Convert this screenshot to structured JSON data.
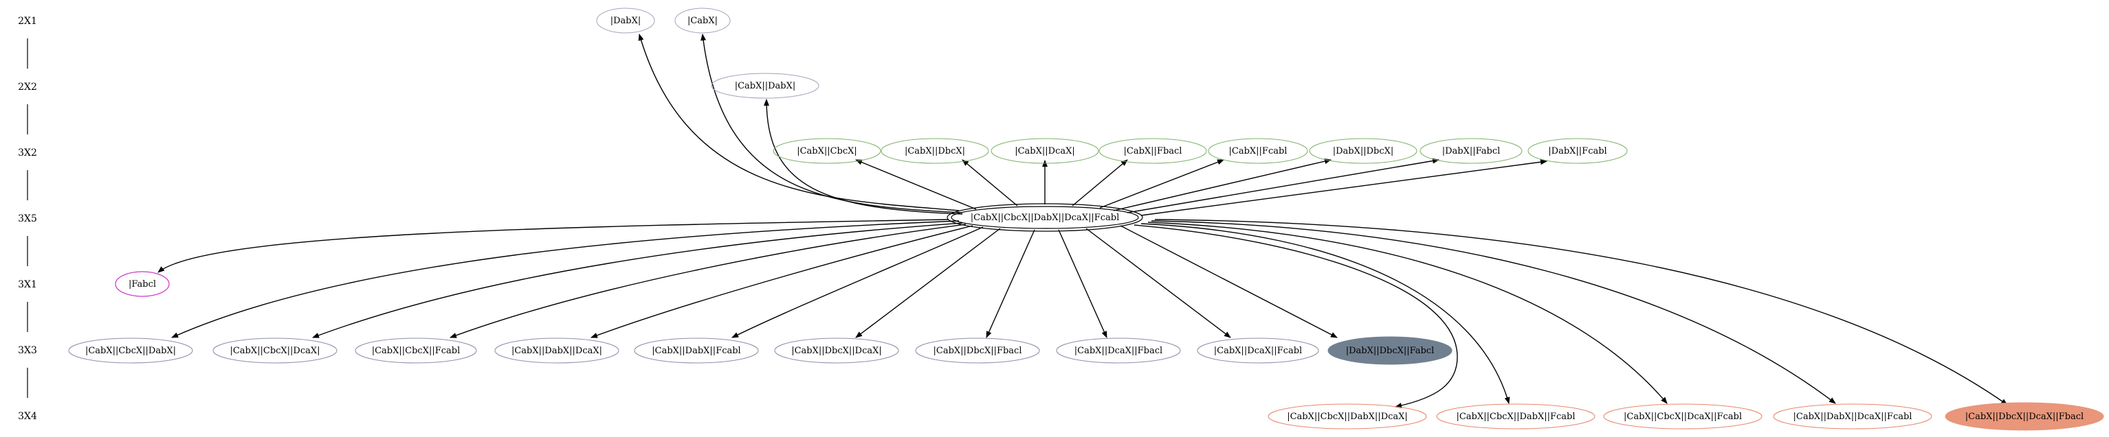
{
  "ranks": [
    {
      "id": "r1",
      "label": "2X1"
    },
    {
      "id": "r2",
      "label": "2X2"
    },
    {
      "id": "r3",
      "label": "3X2"
    },
    {
      "id": "r4",
      "label": "3X5"
    },
    {
      "id": "r5",
      "label": "3X1"
    },
    {
      "id": "r6",
      "label": "3X3"
    },
    {
      "id": "r7",
      "label": "3X4"
    }
  ],
  "colors": {
    "green_outline": "#7fb069",
    "gray_outline": "#a0a4b8",
    "blue_gray_outline": "#8a90a8",
    "salmon_outline": "#e8866a",
    "magenta_outline": "#cc33cc",
    "filled_dark": "#708090",
    "filled_salmon": "#e9967a",
    "edge": "#000000"
  },
  "nodes": [
    {
      "id": "n_dabx",
      "label": "|DabX|",
      "style": "outline-gray"
    },
    {
      "id": "n_cabx",
      "label": "|CabX|",
      "style": "outline-gray"
    },
    {
      "id": "n_cabx_dabx",
      "label": "|CabX||DabX|",
      "style": "outline-gray"
    },
    {
      "id": "n_cabx_cbcx",
      "label": "|CabX||CbcX|",
      "style": "outline-green"
    },
    {
      "id": "n_cabx_dbcx",
      "label": "|CabX||DbcX|",
      "style": "outline-green"
    },
    {
      "id": "n_cabx_dcax",
      "label": "|CabX||DcaX|",
      "style": "outline-green"
    },
    {
      "id": "n_cabx_fbacl",
      "label": "|CabX||Fbacl",
      "style": "outline-green"
    },
    {
      "id": "n_cabx_fcabl",
      "label": "|CabX||Fcabl",
      "style": "outline-green"
    },
    {
      "id": "n_dabx_dbcx",
      "label": "|DabX||DbcX|",
      "style": "outline-green"
    },
    {
      "id": "n_dabx_fabcl",
      "label": "|DabX||Fabcl",
      "style": "outline-green"
    },
    {
      "id": "n_dabx_fcabl",
      "label": "|DabX||Fcabl",
      "style": "outline-green"
    },
    {
      "id": "n_center",
      "label": "|CabX||CbcX||DabX||DcaX||Fcabl",
      "style": "double"
    },
    {
      "id": "n_fabcl",
      "label": "|Fabcl",
      "style": "outline-magenta"
    },
    {
      "id": "n_r6_1",
      "label": "|CabX||CbcX||DabX|",
      "style": "outline-bluegray"
    },
    {
      "id": "n_r6_2",
      "label": "|CabX||CbcX||DcaX|",
      "style": "outline-bluegray"
    },
    {
      "id": "n_r6_3",
      "label": "|CabX||CbcX||Fcabl",
      "style": "outline-bluegray"
    },
    {
      "id": "n_r6_4",
      "label": "|CabX||DabX||DcaX|",
      "style": "outline-bluegray"
    },
    {
      "id": "n_r6_5",
      "label": "|CabX||DabX||Fcabl",
      "style": "outline-bluegray"
    },
    {
      "id": "n_r6_6",
      "label": "|CabX||DbcX||DcaX|",
      "style": "outline-bluegray"
    },
    {
      "id": "n_r6_7",
      "label": "|CabX||DbcX||Fbacl",
      "style": "outline-bluegray"
    },
    {
      "id": "n_r6_8",
      "label": "|CabX||DcaX||Fbacl",
      "style": "outline-bluegray"
    },
    {
      "id": "n_r6_9",
      "label": "|CabX||DcaX||Fcabl",
      "style": "outline-bluegray"
    },
    {
      "id": "n_r6_10",
      "label": "|DabX||DbcX||Fabcl",
      "style": "filled-dark"
    },
    {
      "id": "n_r7_1",
      "label": "|CabX||CbcX||DabX||DcaX|",
      "style": "outline-salmon"
    },
    {
      "id": "n_r7_2",
      "label": "|CabX||CbcX||DabX||Fcabl",
      "style": "outline-salmon"
    },
    {
      "id": "n_r7_3",
      "label": "|CabX||CbcX||DcaX||Fcabl",
      "style": "outline-salmon"
    },
    {
      "id": "n_r7_4",
      "label": "|CabX||DabX||DcaX||Fcabl",
      "style": "outline-salmon"
    },
    {
      "id": "n_r7_5",
      "label": "|CabX||DbcX||DcaX||Fbacl",
      "style": "filled-salmon"
    }
  ],
  "edges": [
    {
      "from": "n_center",
      "to": "n_dabx"
    },
    {
      "from": "n_center",
      "to": "n_cabx"
    },
    {
      "from": "n_center",
      "to": "n_cabx_dabx"
    },
    {
      "from": "n_center",
      "to": "n_cabx_cbcx"
    },
    {
      "from": "n_center",
      "to": "n_cabx_dbcx"
    },
    {
      "from": "n_center",
      "to": "n_cabx_dcax"
    },
    {
      "from": "n_center",
      "to": "n_cabx_fbacl"
    },
    {
      "from": "n_center",
      "to": "n_cabx_fcabl"
    },
    {
      "from": "n_center",
      "to": "n_dabx_dbcx"
    },
    {
      "from": "n_center",
      "to": "n_dabx_fabcl"
    },
    {
      "from": "n_center",
      "to": "n_dabx_fcabl"
    },
    {
      "from": "n_center",
      "to": "n_fabcl"
    },
    {
      "from": "n_center",
      "to": "n_r6_1"
    },
    {
      "from": "n_center",
      "to": "n_r6_2"
    },
    {
      "from": "n_center",
      "to": "n_r6_3"
    },
    {
      "from": "n_center",
      "to": "n_r6_4"
    },
    {
      "from": "n_center",
      "to": "n_r6_5"
    },
    {
      "from": "n_center",
      "to": "n_r6_6"
    },
    {
      "from": "n_center",
      "to": "n_r6_7"
    },
    {
      "from": "n_center",
      "to": "n_r6_8"
    },
    {
      "from": "n_center",
      "to": "n_r6_9"
    },
    {
      "from": "n_center",
      "to": "n_r6_10"
    },
    {
      "from": "n_center",
      "to": "n_r7_1"
    },
    {
      "from": "n_center",
      "to": "n_r7_2"
    },
    {
      "from": "n_center",
      "to": "n_r7_3"
    },
    {
      "from": "n_center",
      "to": "n_r7_4"
    },
    {
      "from": "n_center",
      "to": "n_r7_5"
    }
  ]
}
